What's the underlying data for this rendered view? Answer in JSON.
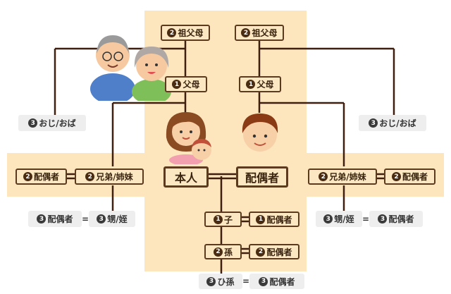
{
  "nodes": {
    "paternal_grandparents": {
      "num": "2",
      "label": "祖父母"
    },
    "maternal_grandparents": {
      "num": "2",
      "label": "祖父母"
    },
    "parents_left": {
      "num": "1",
      "label": "父母"
    },
    "parents_right": {
      "num": "1",
      "label": "父母"
    },
    "uncle_aunt_left": {
      "num": "3",
      "label": "おじ/おば"
    },
    "uncle_aunt_right": {
      "num": "3",
      "label": "おじ/おば"
    },
    "self": {
      "label": "本人"
    },
    "spouse": {
      "label": "配偶者"
    },
    "sibling_spouse_left": {
      "num": "2",
      "label": "配偶者"
    },
    "siblings_left": {
      "num": "2",
      "label": "兄弟/姉妹"
    },
    "siblings_right": {
      "num": "2",
      "label": "兄弟/姉妹"
    },
    "sibling_spouse_right": {
      "num": "2",
      "label": "配偶者"
    },
    "niece_spouse_left": {
      "num": "3",
      "label": "配偶者"
    },
    "niece_left": {
      "num": "3",
      "label": "甥/姪"
    },
    "niece_right": {
      "num": "3",
      "label": "甥/姪"
    },
    "niece_spouse_right": {
      "num": "3",
      "label": "配偶者"
    },
    "child": {
      "num": "1",
      "label": "子"
    },
    "child_spouse": {
      "num": "1",
      "label": "配偶者"
    },
    "grandchild": {
      "num": "2",
      "label": "孫"
    },
    "grandchild_spouse": {
      "num": "2",
      "label": "配偶者"
    },
    "great_grandchild": {
      "num": "3",
      "label": "ひ孫"
    },
    "great_grandchild_spouse": {
      "num": "3",
      "label": "配偶者"
    }
  },
  "colors": {
    "band": "#fde6bd",
    "box_fill": "#fbe7c2",
    "box_border": "#5c3a1e",
    "line": "#3e1f10",
    "third_degree_fill": "#eeeeee"
  },
  "illustrations": [
    "grandparents-illustration",
    "self-woman-with-baby-illustration",
    "spouse-man-illustration"
  ]
}
